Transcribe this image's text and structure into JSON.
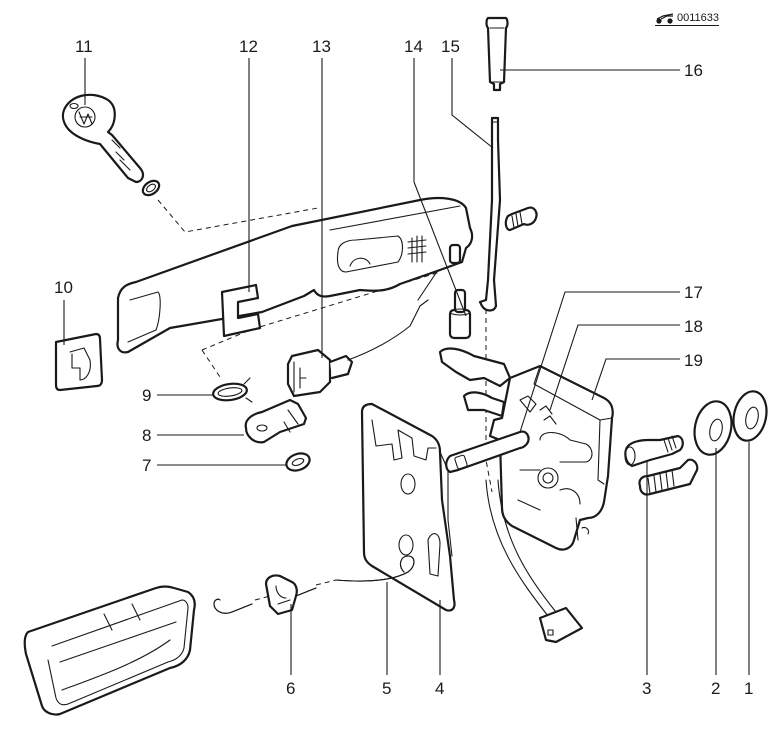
{
  "figure": {
    "reference_code": "0011633",
    "reference_icon": "car-icon",
    "subject": "Door lock and handle assembly — exploded view",
    "line_color": "#1a1a1a",
    "background": "#ffffff"
  },
  "callouts": [
    {
      "id": "1",
      "label": "1"
    },
    {
      "id": "2",
      "label": "2"
    },
    {
      "id": "3",
      "label": "3"
    },
    {
      "id": "4",
      "label": "4"
    },
    {
      "id": "5",
      "label": "5"
    },
    {
      "id": "6",
      "label": "6"
    },
    {
      "id": "7",
      "label": "7"
    },
    {
      "id": "8",
      "label": "8"
    },
    {
      "id": "9",
      "label": "9"
    },
    {
      "id": "10",
      "label": "10"
    },
    {
      "id": "11",
      "label": "11"
    },
    {
      "id": "12",
      "label": "12"
    },
    {
      "id": "13",
      "label": "13"
    },
    {
      "id": "14",
      "label": "14"
    },
    {
      "id": "15",
      "label": "15"
    },
    {
      "id": "16",
      "label": "16"
    },
    {
      "id": "17",
      "label": "17"
    },
    {
      "id": "18",
      "label": "18"
    },
    {
      "id": "19",
      "label": "19"
    }
  ]
}
